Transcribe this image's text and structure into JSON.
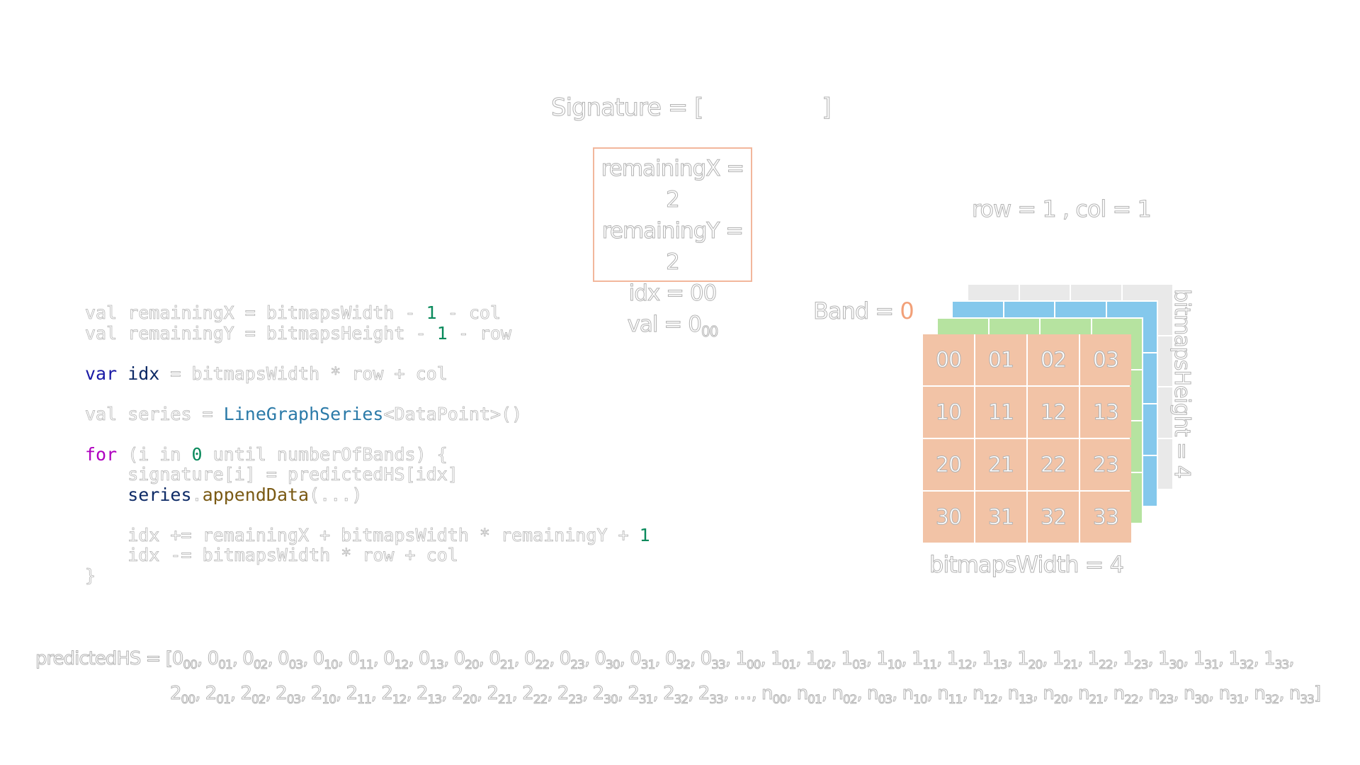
{
  "signature": {
    "prefix": "Signature = [",
    "suffix": "]"
  },
  "state_box": {
    "remaining_x": "remainingX = 2",
    "remaining_y": "remainingY = 2",
    "idx": "idx = 00",
    "val_prefix": "val = 0",
    "val_sub": "00"
  },
  "row_col": "row = 1 , col = 1",
  "band": {
    "label": "Band = ",
    "value": "0"
  },
  "grid": {
    "cells": [
      "00",
      "01",
      "02",
      "03",
      "10",
      "11",
      "12",
      "13",
      "20",
      "21",
      "22",
      "23",
      "30",
      "31",
      "32",
      "33"
    ],
    "layer_colors": {
      "front": "#f2c3a6",
      "green": "#b6e3a0",
      "blue": "#84c8ec",
      "gray": "#e9e9e9"
    }
  },
  "bitmaps_width": "bitmapsWidth = 4",
  "bitmaps_height": "bitmapsHeight = 4",
  "code": {
    "l1_a": "val remainingX = bitmapsWidth - ",
    "l1_num": "1",
    "l1_b": " - col",
    "l2_a": "val remainingY = bitmapsHeight - ",
    "l2_num": "1",
    "l2_b": " - row",
    "l3_kw": "var",
    "l3_var": " idx",
    "l3_b": " = bitmapsWidth * row + col",
    "l4_a": "val series = ",
    "l4_cls": "LineGraphSeries",
    "l4_b": "<DataPoint>()",
    "l5_kw": "for",
    "l5_a": " (i in ",
    "l5_num": "0",
    "l5_b": " until numberOfBands) {",
    "l6": "    signature[i] = predictedHS[idx]",
    "l7_ind": "    ",
    "l7_var": "series",
    "l7_dot": ".",
    "l7_fn": "appendData",
    "l7_b": "(...)",
    "l8_a": "    idx += remainingX + bitmapsWidth * remainingY + ",
    "l8_num": "1",
    "l9": "    idx -= bitmapsWidth * row + col",
    "l10": "}"
  },
  "predicted": {
    "label": "predictedHS = [",
    "line1": [
      {
        "b": "0",
        "s": "00"
      },
      {
        "b": "0",
        "s": "01"
      },
      {
        "b": "0",
        "s": "02"
      },
      {
        "b": "0",
        "s": "03"
      },
      {
        "b": "0",
        "s": "10"
      },
      {
        "b": "0",
        "s": "11"
      },
      {
        "b": "0",
        "s": "12"
      },
      {
        "b": "0",
        "s": "13"
      },
      {
        "b": "0",
        "s": "20"
      },
      {
        "b": "0",
        "s": "21"
      },
      {
        "b": "0",
        "s": "22"
      },
      {
        "b": "0",
        "s": "23"
      },
      {
        "b": "0",
        "s": "30"
      },
      {
        "b": "0",
        "s": "31"
      },
      {
        "b": "0",
        "s": "32"
      },
      {
        "b": "0",
        "s": "33"
      },
      {
        "b": "1",
        "s": "00"
      },
      {
        "b": "1",
        "s": "01"
      },
      {
        "b": "1",
        "s": "02"
      },
      {
        "b": "1",
        "s": "03"
      },
      {
        "b": "1",
        "s": "10"
      },
      {
        "b": "1",
        "s": "11"
      },
      {
        "b": "1",
        "s": "12"
      },
      {
        "b": "1",
        "s": "13"
      },
      {
        "b": "1",
        "s": "20"
      },
      {
        "b": "1",
        "s": "21"
      },
      {
        "b": "1",
        "s": "22"
      },
      {
        "b": "1",
        "s": "23"
      },
      {
        "b": "1",
        "s": "30"
      },
      {
        "b": "1",
        "s": "31"
      },
      {
        "b": "1",
        "s": "32"
      },
      {
        "b": "1",
        "s": "33"
      }
    ],
    "line2": [
      {
        "b": "2",
        "s": "00"
      },
      {
        "b": "2",
        "s": "01"
      },
      {
        "b": "2",
        "s": "02"
      },
      {
        "b": "2",
        "s": "03"
      },
      {
        "b": "2",
        "s": "10"
      },
      {
        "b": "2",
        "s": "11"
      },
      {
        "b": "2",
        "s": "12"
      },
      {
        "b": "2",
        "s": "13"
      },
      {
        "b": "2",
        "s": "20"
      },
      {
        "b": "2",
        "s": "21"
      },
      {
        "b": "2",
        "s": "22"
      },
      {
        "b": "2",
        "s": "23"
      },
      {
        "b": "2",
        "s": "30"
      },
      {
        "b": "2",
        "s": "31"
      },
      {
        "b": "2",
        "s": "32"
      },
      {
        "b": "2",
        "s": "33"
      },
      {
        "b": "…",
        "s": ""
      },
      {
        "b": "n",
        "s": "00"
      },
      {
        "b": "n",
        "s": "01"
      },
      {
        "b": "n",
        "s": "02"
      },
      {
        "b": "n",
        "s": "03"
      },
      {
        "b": "n",
        "s": "10"
      },
      {
        "b": "n",
        "s": "11"
      },
      {
        "b": "n",
        "s": "12"
      },
      {
        "b": "n",
        "s": "13"
      },
      {
        "b": "n",
        "s": "20"
      },
      {
        "b": "n",
        "s": "21"
      },
      {
        "b": "n",
        "s": "22"
      },
      {
        "b": "n",
        "s": "23"
      },
      {
        "b": "n",
        "s": "30"
      },
      {
        "b": "n",
        "s": "31"
      },
      {
        "b": "n",
        "s": "32"
      },
      {
        "b": "n",
        "s": "33"
      }
    ],
    "closing": "]"
  }
}
